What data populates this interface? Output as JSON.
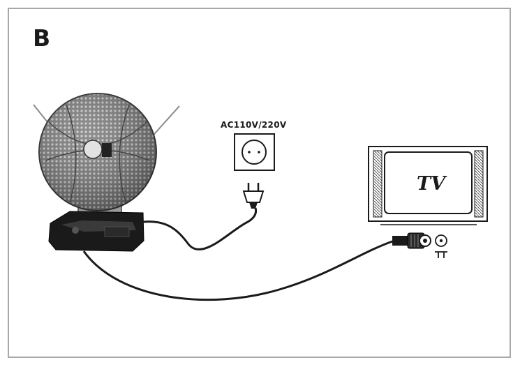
{
  "panel": {
    "label": "B"
  },
  "outlet": {
    "voltage_label": "AC110V/220V"
  },
  "tv": {
    "label": "TV"
  },
  "icons": {
    "antenna": "indoor-dish-antenna-icon",
    "outlet": "wall-socket-icon",
    "plug": "power-plug-icon",
    "tv": "television-icon",
    "coax": "coaxial-connector-icon",
    "antenna_input": "antenna-input-symbol-icon"
  },
  "colors": {
    "line": "#1a1a1a",
    "dish": "#6a6a6a",
    "frame": "#a8a8a8"
  }
}
